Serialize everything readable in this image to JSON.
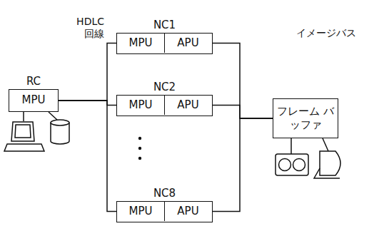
{
  "diagram": {
    "nodes": [
      {
        "text": [
          "NC1"
        ]
      },
      {
        "text": [
          "MPU"
        ],
        "in": 0
      },
      {
        "text": [
          "APU"
        ],
        "in": 0
      },
      {
        "text": [
          "RC",
          "MPU"
        ]
      },
      {
        "text": [
          "NC2"
        ]
      },
      {
        "text": [
          "MPU"
        ],
        "in": 4
      },
      {
        "text": [
          "APU"
        ],
        "in": 4
      },
      {
        "text": [
          "フレーム バッファ"
        ]
      },
      {
        "text": [
          "NC8"
        ]
      },
      {
        "text": [
          "MPU"
        ],
        "in": 8
      },
      {
        "text": [
          "APU"
        ],
        "in": 8
      }
    ],
    "edges": [
      {
        "from": 3,
        "to": 1,
        "arrow": "none"
      },
      {
        "from": 3,
        "to": 5,
        "arrow": "none"
      },
      {
        "from": 3,
        "to": 9,
        "arrow": "none"
      },
      {
        "from": 2,
        "to": 7,
        "arrow": "none"
      },
      {
        "from": 6,
        "to": 7,
        "arrow": "none"
      },
      {
        "from": 10,
        "to": 7,
        "arrow": "none"
      }
    ],
    "labels": [
      "HDLC 回線",
      "イメージバス"
    ]
  }
}
